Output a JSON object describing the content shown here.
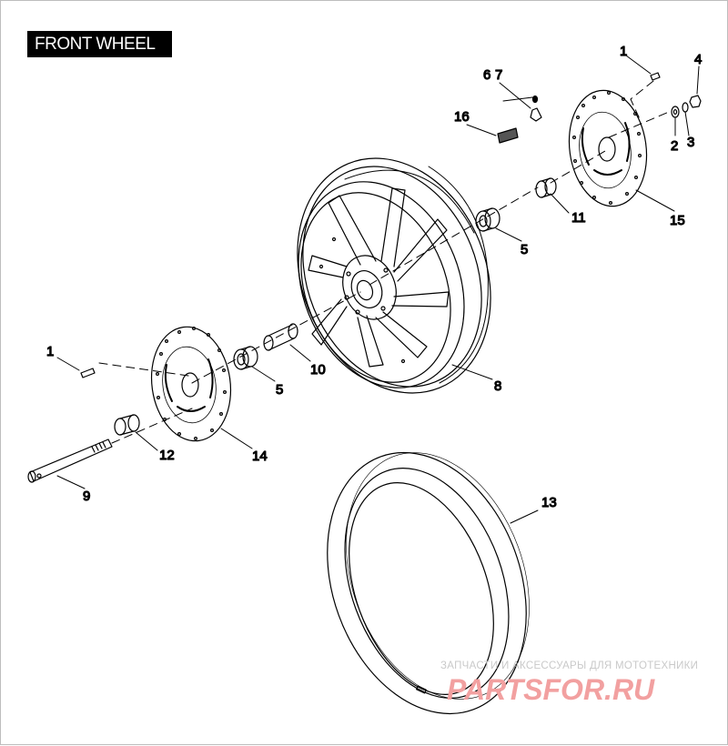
{
  "title": "FRONT WHEEL",
  "callouts": [
    {
      "id": "c1a",
      "text": "1"
    },
    {
      "id": "c4",
      "text": "4"
    },
    {
      "id": "c6",
      "text": "6"
    },
    {
      "id": "c7",
      "text": "7"
    },
    {
      "id": "c16",
      "text": "16"
    },
    {
      "id": "c2",
      "text": "2"
    },
    {
      "id": "c3",
      "text": "3"
    },
    {
      "id": "c11",
      "text": "11"
    },
    {
      "id": "c15",
      "text": "15"
    },
    {
      "id": "c5a",
      "text": "5"
    },
    {
      "id": "c1b",
      "text": "1"
    },
    {
      "id": "c10",
      "text": "10"
    },
    {
      "id": "c5b",
      "text": "5"
    },
    {
      "id": "c8",
      "text": "8"
    },
    {
      "id": "c12",
      "text": "12"
    },
    {
      "id": "c14",
      "text": "14"
    },
    {
      "id": "c9",
      "text": "9"
    },
    {
      "id": "c13",
      "text": "13"
    }
  ],
  "watermark": {
    "line1": "ЗАПЧАСТИ И АКСЕССУАРЫ ДЛЯ МОТОТЕХНИКИ",
    "logo": "PARTSFOR.RU"
  },
  "colors": {
    "ink": "#000000",
    "watermark_gray": "#c9c9c9",
    "watermark_red": "#f2a0a0"
  }
}
